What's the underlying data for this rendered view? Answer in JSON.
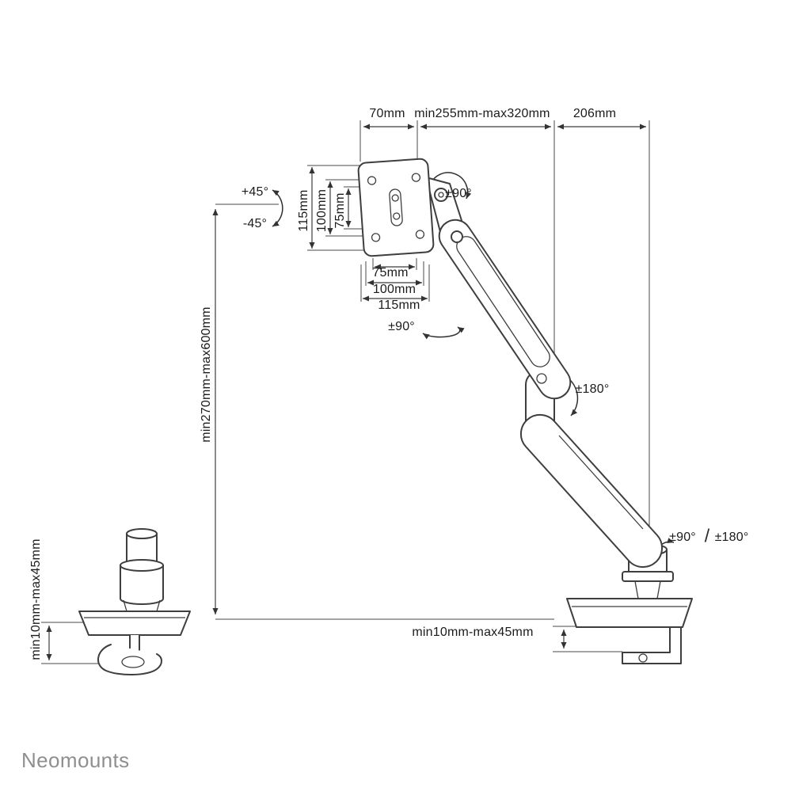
{
  "brand": "Neomounts",
  "labels": {
    "top_left": "70mm",
    "top_mid": "min255mm-max320mm",
    "top_right": "206mm",
    "vesa_v_115": "115mm",
    "vesa_v_100": "100mm",
    "vesa_v_75": "75mm",
    "vesa_h_75": "75mm",
    "vesa_h_100": "100mm",
    "vesa_h_115": "115mm",
    "tilt_up": "+45°",
    "tilt_down": "-45°",
    "swivel_top": "±90°",
    "swivel_vesa": "±90°",
    "elbow_rotate": "±180°",
    "height_range": "min270mm-max600mm",
    "base_swivel": "±90°",
    "base_slash": "/",
    "base_rotate": "±180°",
    "clamp_main": "min10mm-max45mm",
    "clamp_small": "min10mm-max45mm"
  }
}
